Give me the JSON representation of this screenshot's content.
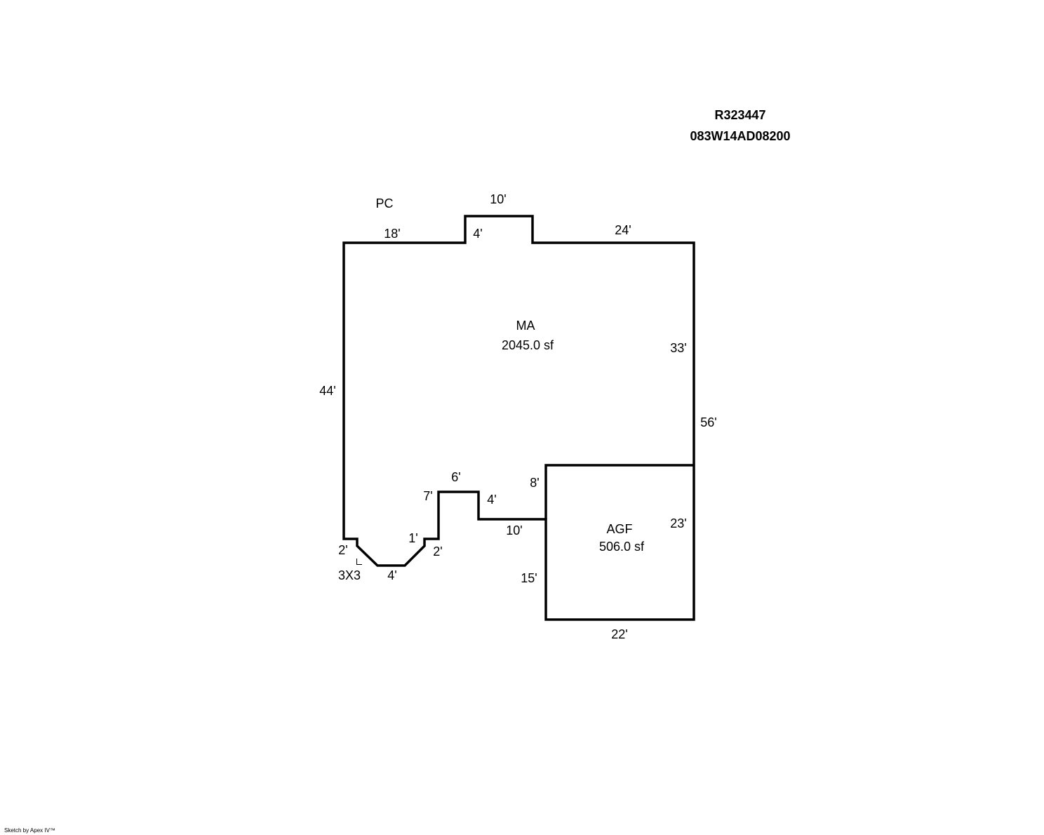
{
  "header": {
    "account": "R323447",
    "map_tax_lot": "083W14AD08200"
  },
  "areas": {
    "main": {
      "code": "MA",
      "area": "2045.0 sf"
    },
    "garage": {
      "code": "AGF",
      "area": "506.0 sf"
    }
  },
  "labels": {
    "pc": "PC",
    "bay": "3X3",
    "d_top_left": "18'",
    "d_bump_width": "10'",
    "d_bump_depth": "4'",
    "d_top_right": "24'",
    "d_right_upper": "33'",
    "d_right_total": "56'",
    "d_left": "44'",
    "d_garage_right": "23'",
    "d_garage_bottom": "22'",
    "d_garage_left": "15'",
    "d_garage_top": "8'",
    "d_notch_bottom": "10'",
    "d_notch_step": "4'",
    "d_notch_top": "6'",
    "d_notch_left": "7'",
    "d_bay_right_vert": "2'",
    "d_bay_right_step": "1'",
    "d_bay_bottom": "4'",
    "d_bay_left": "2'"
  },
  "footer": {
    "credit": "Sketch by Apex IV™"
  }
}
